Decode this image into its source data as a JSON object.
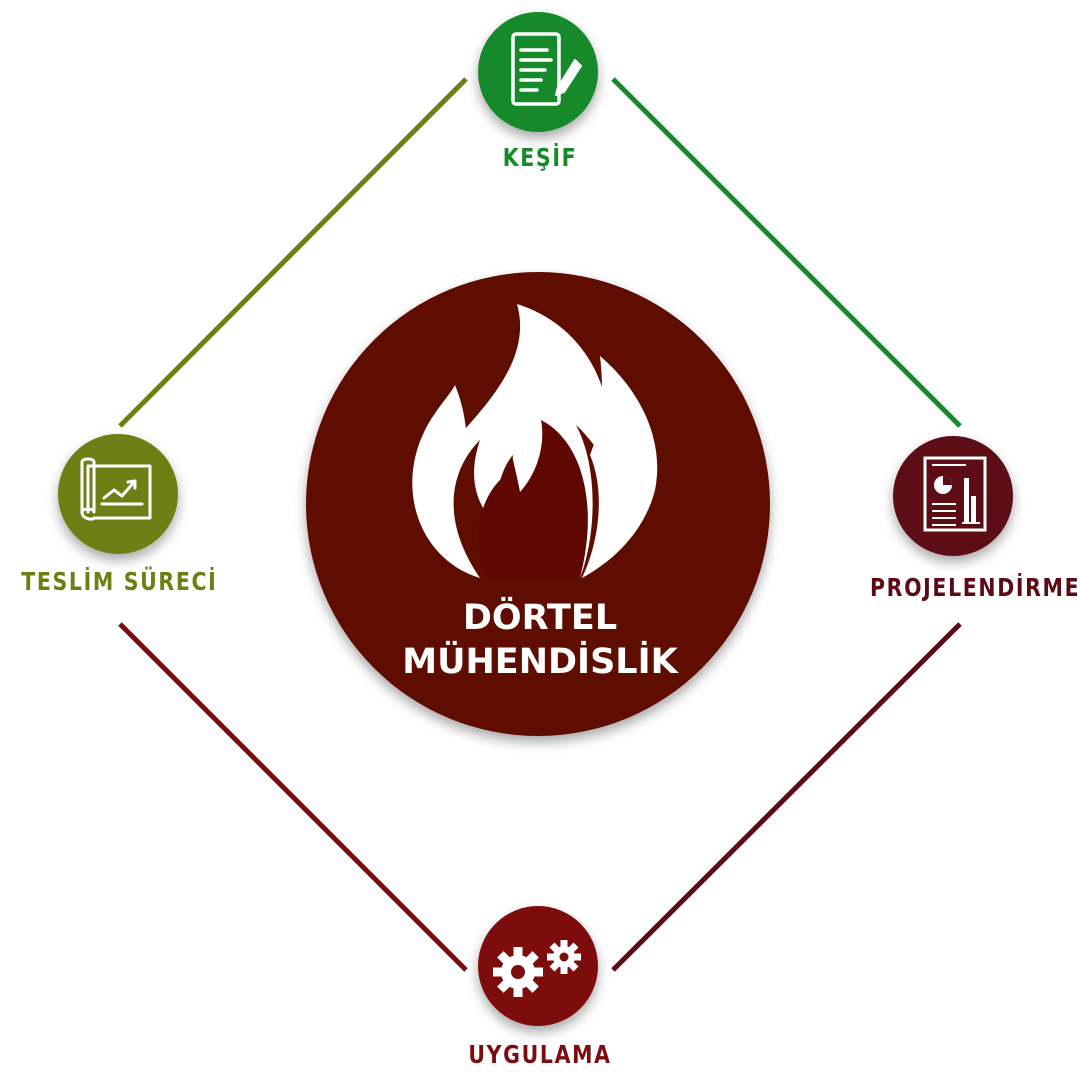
{
  "colors": {
    "center": "#5f0802",
    "kesif": "#148a2b",
    "projelendirme": "#5c0a14",
    "uygulama": "#7d0c0f",
    "teslim": "#6e7f12",
    "white": "#ffffff"
  },
  "center": {
    "icon": "flame-icon",
    "title_line1": "DÖRTEL",
    "title_line2": "MÜHENDİSLİK"
  },
  "nodes": {
    "kesif": {
      "label": "KEŞİF",
      "icon": "document-pencil-icon"
    },
    "projelendirme": {
      "label": "PROJELENDİRME",
      "icon": "report-chart-icon"
    },
    "uygulama": {
      "label": "UYGULAMA",
      "icon": "gears-icon"
    },
    "teslim": {
      "label": "TESLİM SÜRECİ",
      "icon": "blueprint-chart-icon"
    }
  }
}
